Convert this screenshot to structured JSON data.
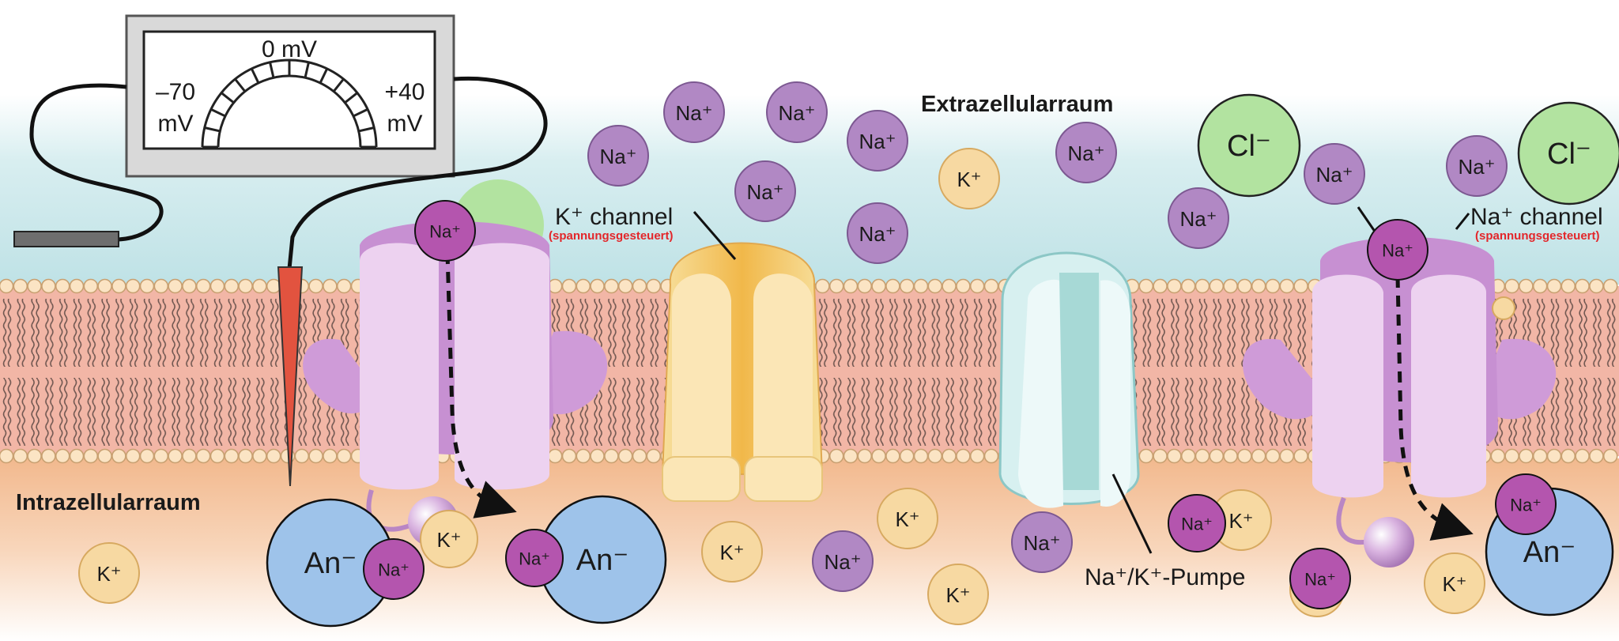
{
  "regions": {
    "extracellular": "Extrazellularraum",
    "intracellular": "Intrazellularraum"
  },
  "voltmeter": {
    "zero": "0 mV",
    "minus_value": "–70",
    "minus_unit": "mV",
    "plus_value": "+40",
    "plus_unit": "mV"
  },
  "proteins": {
    "k_channel": {
      "label": "K⁺ channel",
      "note": "(spannungsgesteuert)"
    },
    "na_channel": {
      "label": "Na⁺ channel",
      "note": "(spannungsgesteuert)"
    },
    "pump": {
      "label": "Na⁺/K⁺-Pumpe"
    }
  },
  "ions": {
    "na": "Na⁺",
    "k": "K⁺",
    "cl": "Cl⁻",
    "an": "An⁻"
  },
  "colors": {
    "na_ion": "#b188c4",
    "na_ion_bound": "#b455ae",
    "k_ion": "#f7d9a2",
    "cl_ion": "#b2e3a0",
    "an_ion": "#9ec3ea",
    "na_channel": "#e6c2eb",
    "k_channel": "#f5c46d",
    "pump": "#d3eeee",
    "membrane": "#f0b0a0",
    "electrode": "#e2533f"
  }
}
